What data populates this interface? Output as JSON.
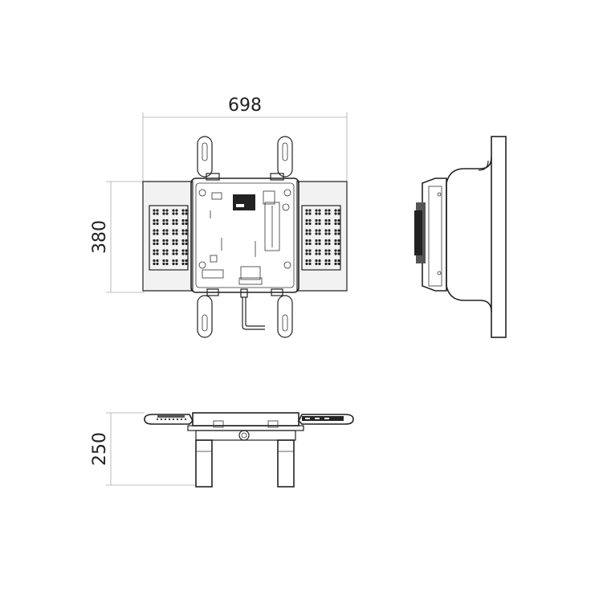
{
  "dimensions": {
    "width": "698",
    "height": "380",
    "depth": "250"
  }
}
